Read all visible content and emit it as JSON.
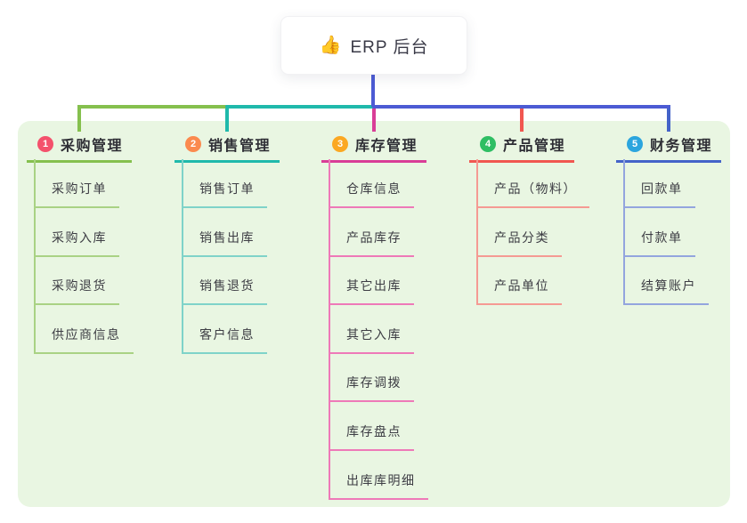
{
  "root": {
    "emoji": "👍",
    "emoji_name": "thumbs-up",
    "title": "ERP 后台"
  },
  "colors": {
    "page_bg": "#ffffff",
    "panel_bg": "#e9f6e2",
    "root_connector": "#4c5bd4",
    "text_dark": "#2e2e35",
    "text_child": "#3d3d44"
  },
  "branches": [
    {
      "num": "1",
      "label": "采购管理",
      "color": "#85c04e",
      "light": "#a9d284",
      "badge_color": "#f4516c",
      "children": [
        "采购订单",
        "采购入库",
        "采购退货",
        "供应商信息"
      ]
    },
    {
      "num": "2",
      "label": "销售管理",
      "color": "#1fb9ab",
      "light": "#7fd3c9",
      "badge_color": "#fb8a4e",
      "children": [
        "销售订单",
        "销售出库",
        "销售退货",
        "客户信息"
      ]
    },
    {
      "num": "3",
      "label": "库存管理",
      "color": "#d93d97",
      "light": "#ee79b8",
      "badge_color": "#fba822",
      "children": [
        "仓库信息",
        "产品库存",
        "其它出库",
        "其它入库",
        "库存调拨",
        "库存盘点",
        "出库库明细"
      ]
    },
    {
      "num": "4",
      "label": "产品管理",
      "color": "#f15750",
      "light": "#f59a93",
      "badge_color": "#2ebe63",
      "children": [
        "产品（物料）",
        "产品分类",
        "产品单位"
      ]
    },
    {
      "num": "5",
      "label": "财务管理",
      "color": "#4463c9",
      "light": "#93a5de",
      "badge_color": "#2ba5de",
      "children": [
        "回款单",
        "付款单",
        "结算账户"
      ]
    }
  ]
}
